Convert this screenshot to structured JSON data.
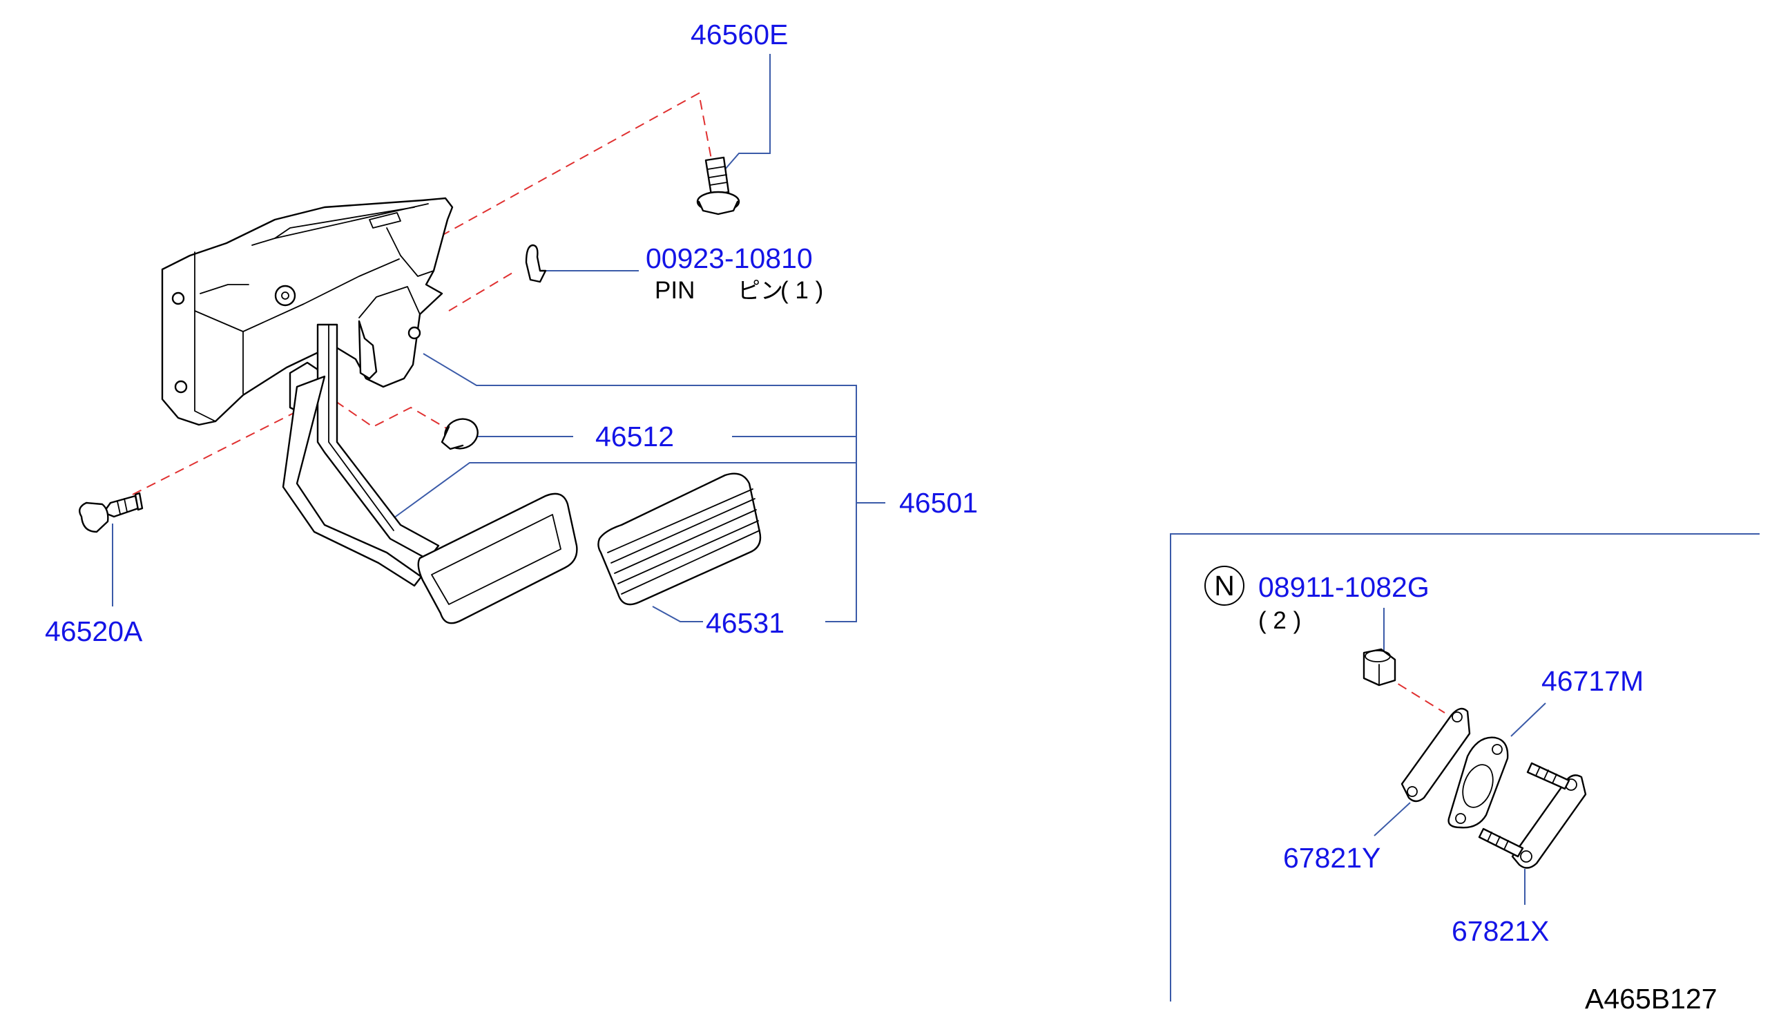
{
  "parts": {
    "bolt_top": "46560E",
    "pin": "00923-10810",
    "pin_name": "PIN",
    "pin_jp": "ピン",
    "pin_qty": "( 1 )",
    "stopper": "46512",
    "pedal_assy": "46501",
    "bolt_left": "46520A",
    "pad": "46531",
    "nut": "08911-1082G",
    "nut_marker": "N",
    "nut_qty": "( 2 )",
    "gasket": "46717M",
    "plate_a": "67821Y",
    "plate_b": "67821X"
  },
  "diagram_id": "A465B127"
}
